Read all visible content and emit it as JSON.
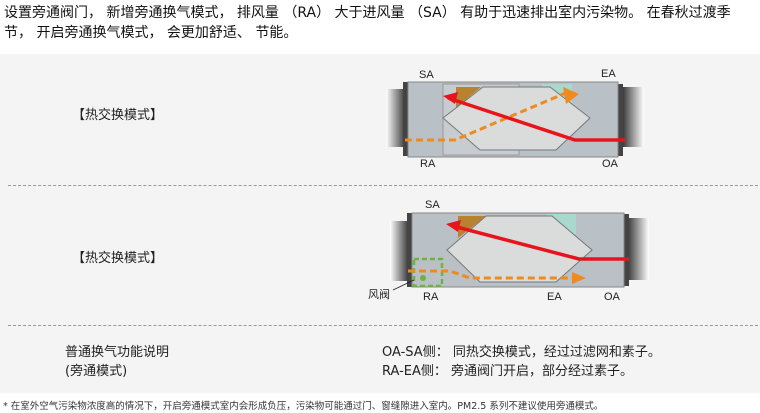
{
  "intro": "设置旁通阀门， 新增旁通换气模式， 排风量 （RA） 大于进风量 （SA） 有助于迅速排出室内污染物。 在春秋过渡季节， 开启旁通换气模式， 会更加舒适、 节能。",
  "sections": [
    {
      "mode": "【热交换模式】",
      "labels": {
        "sa": "SA",
        "ea": "EA",
        "ra": "RA",
        "oa": "OA"
      }
    },
    {
      "mode": "【热交换模式】",
      "labels": {
        "sa": "SA",
        "ea": "EA",
        "ra": "RA",
        "oa": "OA",
        "damper": "风阀"
      }
    }
  ],
  "bypass": {
    "title_line1": "普通换气功能说明",
    "title_line2": "(旁通模式)",
    "desc_line1": "OA-SA侧： 同热交换模式，经过过滤网和素子。",
    "desc_line2": "RA-EA侧： 旁通阀门开启，部分经过素子。"
  },
  "footnote": "* 在室外空气污染物浓度高的情况下，开启旁通模式室内会形成负压，污染物可能通过门、窗缝隙进入室内。PM2.5 系列不建议使用旁通模式。",
  "colors": {
    "supply_arrow": "#e8141b",
    "exhaust_arrow": "#f08a1c",
    "damper": "#6db33f",
    "panel": "#f4f4f4"
  }
}
